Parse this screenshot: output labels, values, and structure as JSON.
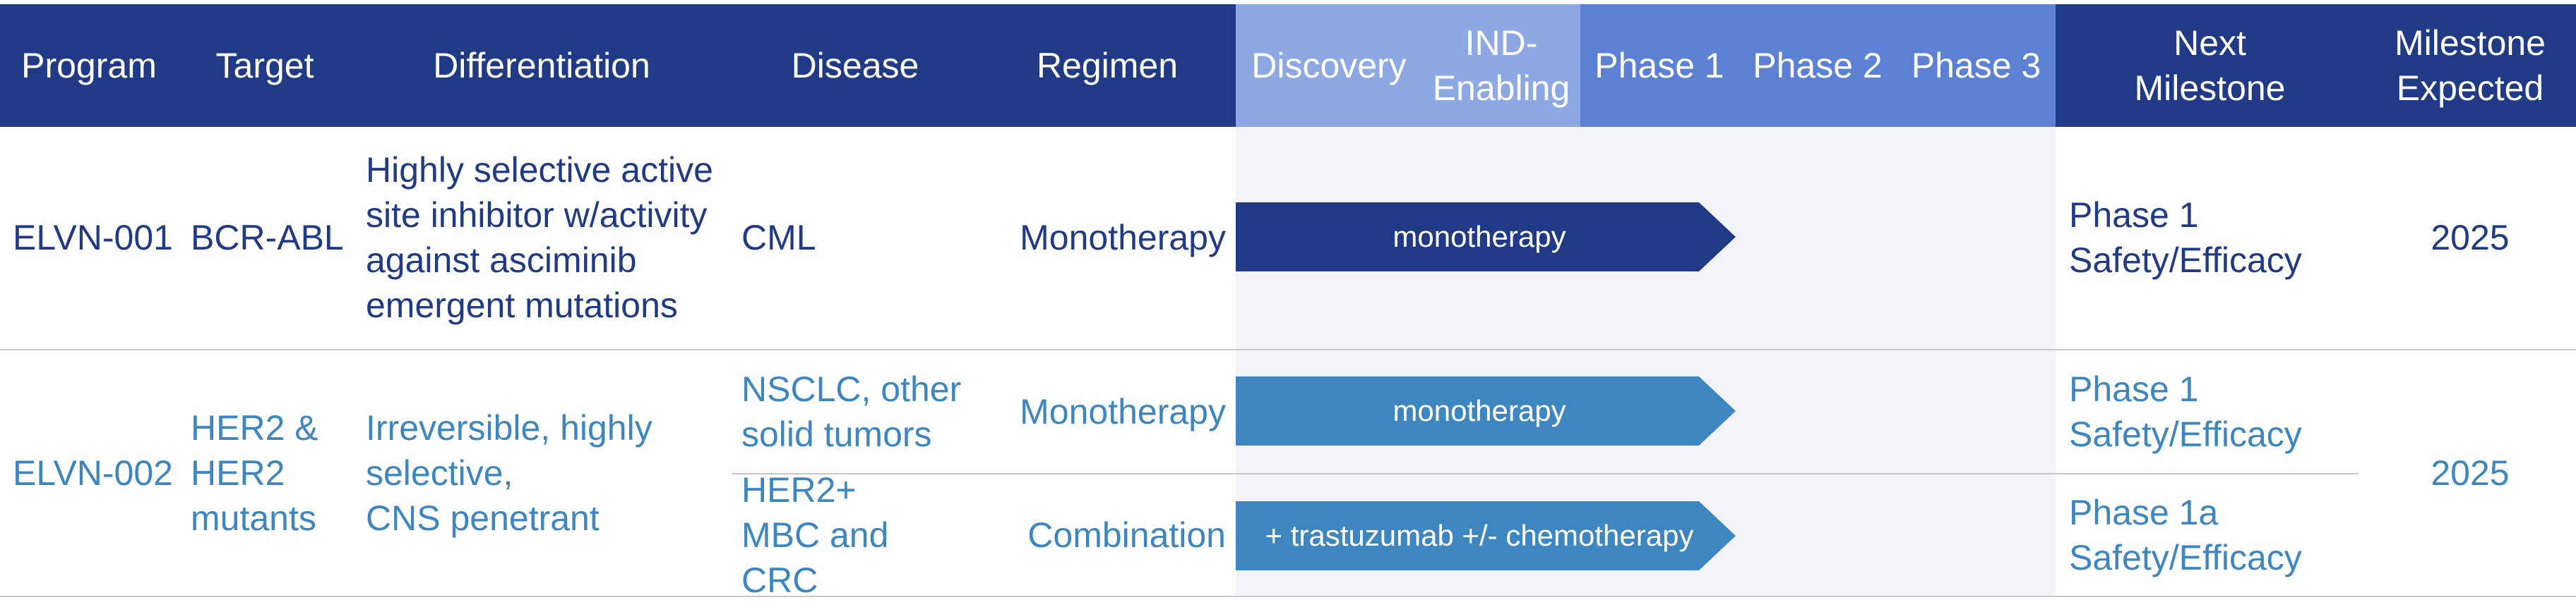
{
  "colors": {
    "header_dark": "#213a85",
    "header_discovery": "#8ea8e3",
    "header_phase": "#5b80d4",
    "text_dark": "#213a85",
    "text_light": "#3d86bf",
    "bar_dark": "#213a85",
    "bar_light": "#3d86bf",
    "phase_area": "#f2f4fa"
  },
  "header": {
    "program": "Program",
    "target": "Target",
    "differentiation": "Differentiation",
    "disease": "Disease",
    "regimen": "Regimen",
    "discovery": "Discovery",
    "ind_enabling": "IND-\nEnabling",
    "phase1": "Phase 1",
    "phase2": "Phase 2",
    "phase3": "Phase 3",
    "next_milestone": "Next\nMilestone",
    "milestone_expected": "Milestone\nExpected"
  },
  "rows": [
    {
      "program": "ELVN-001",
      "target": "BCR-ABL",
      "differentiation": "Highly selective active\nsite inhibitor w/activity\nagainst asciminib\nemergent mutations",
      "disease": "CML",
      "regimen": "Monotherapy",
      "bar_label": "monotherapy",
      "stage_reached": "Phase 1",
      "next_milestone": "Phase 1\nSafety/Efficacy",
      "milestone_expected": "2025"
    },
    {
      "program": "ELVN-002",
      "target": "HER2 &\nHER2\nmutants",
      "differentiation": "Irreversible, highly\nselective,\nCNS penetrant",
      "milestone_expected": "2025",
      "sub": [
        {
          "disease": "NSCLC, other\nsolid tumors",
          "regimen": "Monotherapy",
          "bar_label": "monotherapy",
          "stage_reached": "Phase 1",
          "next_milestone": "Phase 1\nSafety/Efficacy"
        },
        {
          "disease": "HER2+\nMBC and CRC",
          "regimen": "Combination",
          "bar_label": "+ trastuzumab +/- chemotherapy",
          "stage_reached": "Phase 1",
          "next_milestone": "Phase 1a\nSafety/Efficacy"
        }
      ]
    }
  ]
}
